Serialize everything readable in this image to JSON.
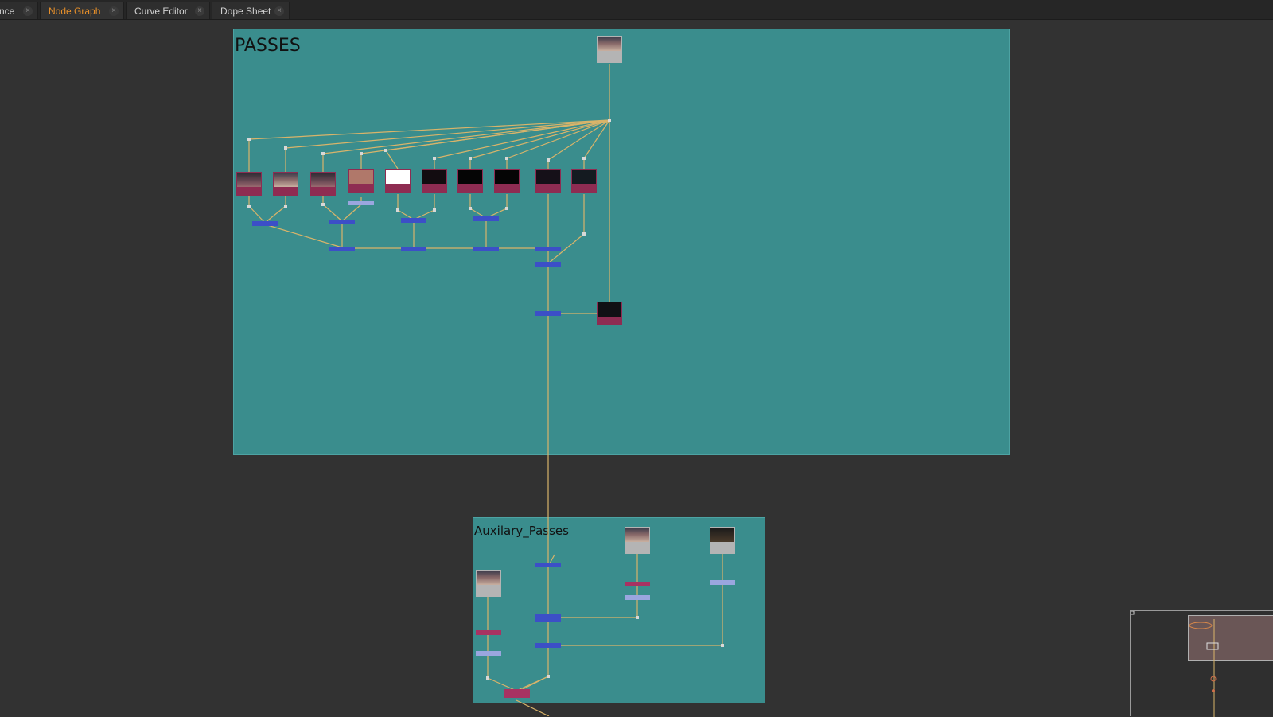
{
  "tabs": [
    {
      "label": "nce",
      "close": "×",
      "active": false
    },
    {
      "label": "Node Graph",
      "close": "×",
      "active": true
    },
    {
      "label": "Curve Editor",
      "close": "×",
      "active": false
    },
    {
      "label": "Dope Sheet",
      "close": "×",
      "active": false
    }
  ],
  "backdrops": {
    "passes": {
      "label": "PASSES",
      "color": "#3a8d8d"
    },
    "auxilary": {
      "label": "Auxilary_Passes",
      "color": "#3a8d8d"
    }
  },
  "colors": {
    "graph_bg": "#323232",
    "connection": "#d9b46a",
    "merge_node": "#3c4fc7",
    "grade_node": "#9aa6df",
    "read_node_tile": "#b4b4b4",
    "shuffle_node_tile": "#8e2c52",
    "accent_tab": "#e8902a"
  },
  "minimap": {
    "name": "node-graph-minimap"
  }
}
